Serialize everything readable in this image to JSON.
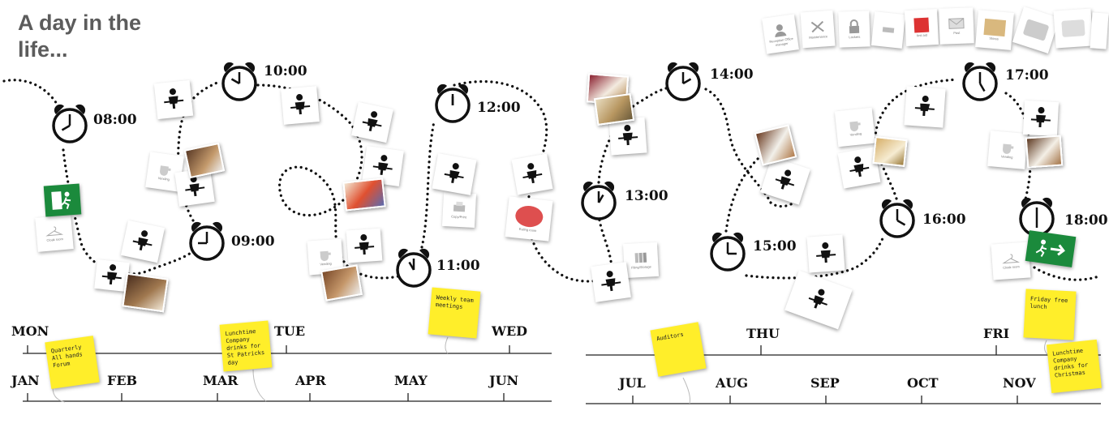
{
  "title": "A day in the life...",
  "clock_times": [
    "08:00",
    "09:00",
    "10:00",
    "11:00",
    "12:00",
    "13:00",
    "14:00",
    "15:00",
    "16:00",
    "17:00",
    "18:00"
  ],
  "days": [
    "MON",
    "TUE",
    "WED",
    "THU",
    "FRI"
  ],
  "months": [
    "JAN",
    "FEB",
    "MAR",
    "APR",
    "MAY",
    "JUN",
    "JUL",
    "AUG",
    "SEP",
    "OCT",
    "NOV"
  ],
  "sticky_notes": {
    "quarterly": "Quarterly All hands Forum",
    "lunchtime": "Lunchtime Company drinks for St Patricks day",
    "weekly": "Weekly team meetings",
    "auditors": "Auditors",
    "friday": "Friday free lunch",
    "christmas": "Lunchtime Company drinks for Christmas"
  },
  "card_labels": {
    "cloak_room": "Cloak room",
    "vending": "Vending",
    "copy_print": "Copy/Print",
    "filing_storage": "Filing/Storage",
    "eating_room": "Eating room",
    "reception": "Reception Office manager",
    "maintenance": "Maintenance",
    "lockers": "Lockers",
    "first_aid": "first aid",
    "post": "Post",
    "stores": "Stores"
  },
  "colors": {
    "note": "#ffee2a",
    "exit_sign": "#1b8a3c",
    "title": "#5c5c5c"
  }
}
